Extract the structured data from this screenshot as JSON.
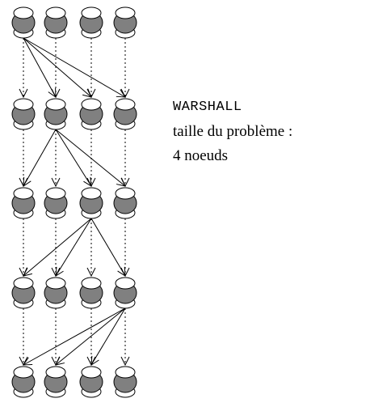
{
  "title": "WARSHALL",
  "problem_size_label": "taille du problème :",
  "problem_size_value": "4 noeuds",
  "graph": {
    "levels": 5,
    "nodes_per_level": 4,
    "fill_color": "#808080",
    "stroke_color": "#000000",
    "arrows": [
      {
        "from": [
          0,
          0
        ],
        "to": [
          1,
          1
        ]
      },
      {
        "from": [
          0,
          0
        ],
        "to": [
          1,
          2
        ]
      },
      {
        "from": [
          0,
          0
        ],
        "to": [
          1,
          3
        ]
      },
      {
        "from": [
          1,
          1
        ],
        "to": [
          2,
          0
        ]
      },
      {
        "from": [
          1,
          1
        ],
        "to": [
          2,
          2
        ]
      },
      {
        "from": [
          1,
          1
        ],
        "to": [
          2,
          3
        ]
      },
      {
        "from": [
          2,
          2
        ],
        "to": [
          3,
          0
        ]
      },
      {
        "from": [
          2,
          2
        ],
        "to": [
          3,
          1
        ]
      },
      {
        "from": [
          2,
          2
        ],
        "to": [
          3,
          3
        ]
      },
      {
        "from": [
          3,
          3
        ],
        "to": [
          4,
          0
        ]
      },
      {
        "from": [
          3,
          3
        ],
        "to": [
          4,
          1
        ]
      },
      {
        "from": [
          3,
          3
        ],
        "to": [
          4,
          2
        ]
      }
    ]
  }
}
